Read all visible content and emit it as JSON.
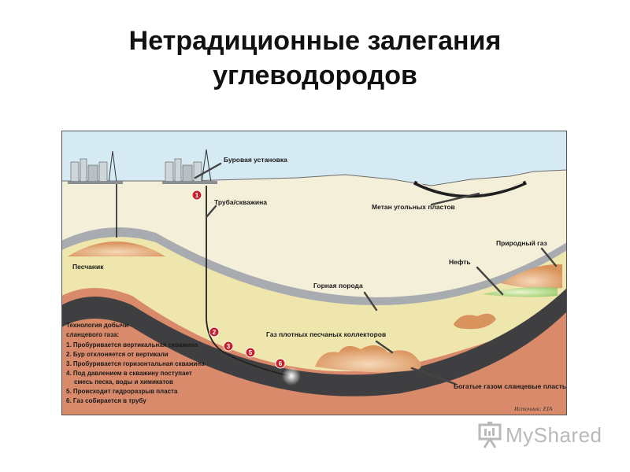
{
  "title": {
    "line1": "Нетрадиционные залегания",
    "line2": "углеводородов"
  },
  "labels": {
    "rig": "Буровая установка",
    "pipe": "Труба/скважина",
    "coal_methane": "Метан угольных пластов",
    "natural_gas": "Природный газ",
    "oil": "Нефть",
    "sandstone": "Песчаник",
    "rock": "Горная порода",
    "tight_gas": "Газ плотных песчаных коллекторов",
    "shale": "Богатые газом сланцевые пласты",
    "source": "Источник: EIA"
  },
  "technology": {
    "heading1": "Технология добычи",
    "heading2": "сланцевого газа:",
    "steps": [
      "1. Пробуривается вертикальная скважина",
      "2. Бур отклоняется от вертикали",
      "3. Пробуривается горизонтальная скважина",
      "4. Под давлением в скважину поступает",
      "смесь песка, воды и химикатов",
      "5. Происходит гидроразрыв пласта",
      "6. Газ собирается в трубу"
    ]
  },
  "markers": [
    "1",
    "2",
    "3",
    "5",
    "6"
  ],
  "watermark": {
    "text": "MyShared",
    "icon": "presentation-board-icon"
  },
  "colors": {
    "sky": "#d6eaf4",
    "ground": "#f4efd8",
    "sand": "#efe6ad",
    "grey_layer": "#a8acb0",
    "shale": "#3f3f41",
    "deep": "#d98a6a",
    "marker": "#c8202a"
  }
}
